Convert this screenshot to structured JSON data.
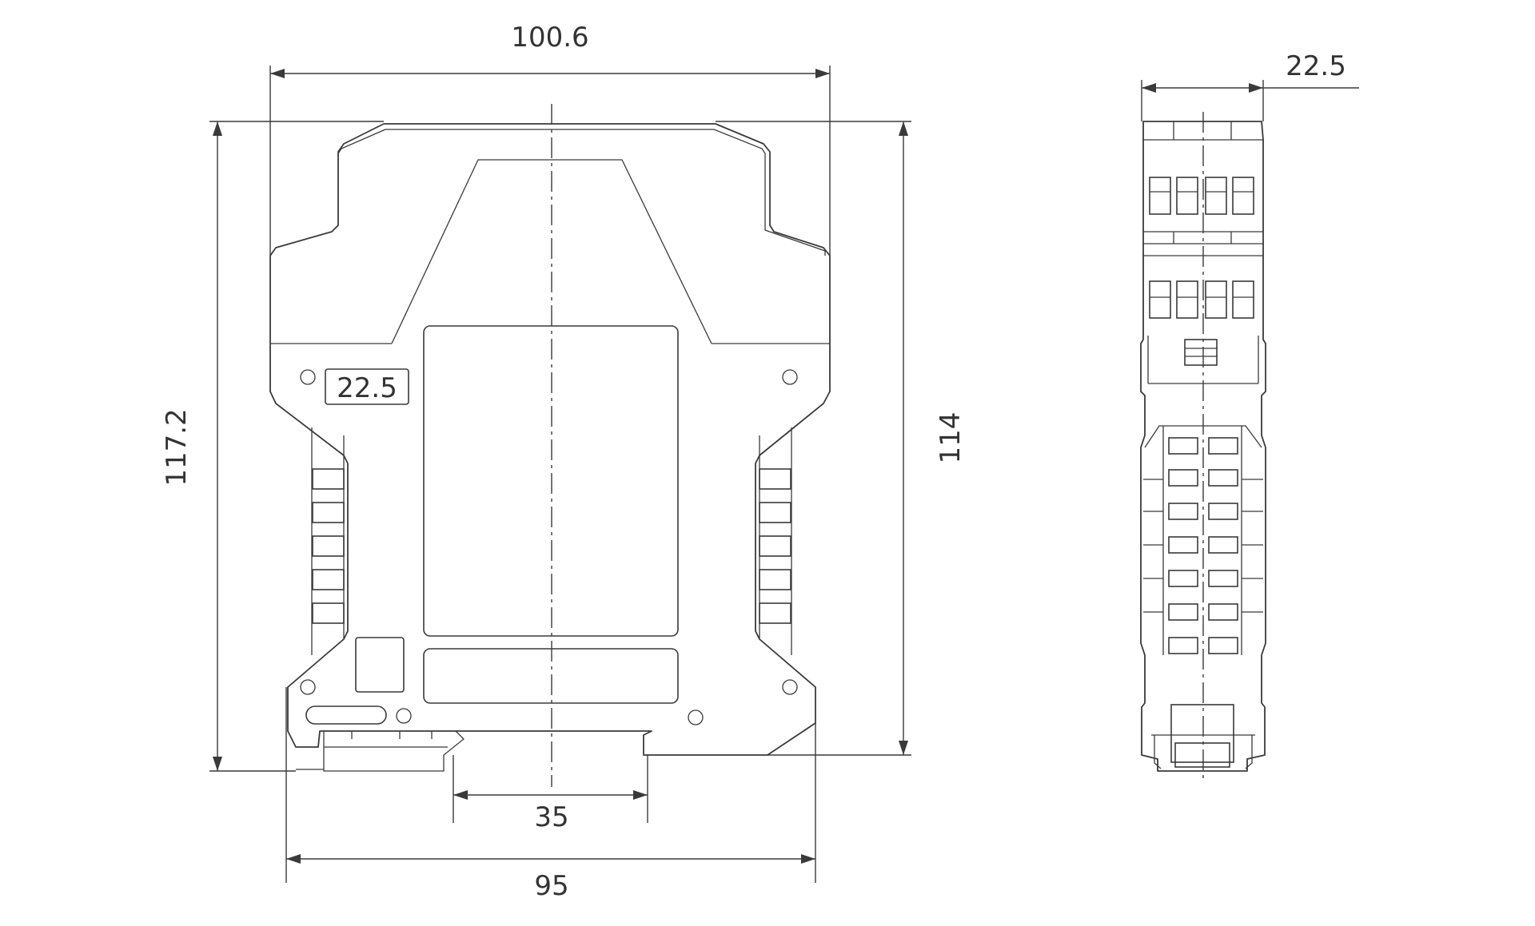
{
  "front_view": {
    "dim_total_width": "100.6",
    "dim_total_height": "117.2",
    "dim_inner_height": "114",
    "dim_rail": "35",
    "dim_base_width": "95",
    "label_width": "22.5"
  },
  "side_view": {
    "dim_width": "22.5"
  },
  "colors": {
    "line": "#3a3a3a",
    "background": "#ffffff"
  }
}
